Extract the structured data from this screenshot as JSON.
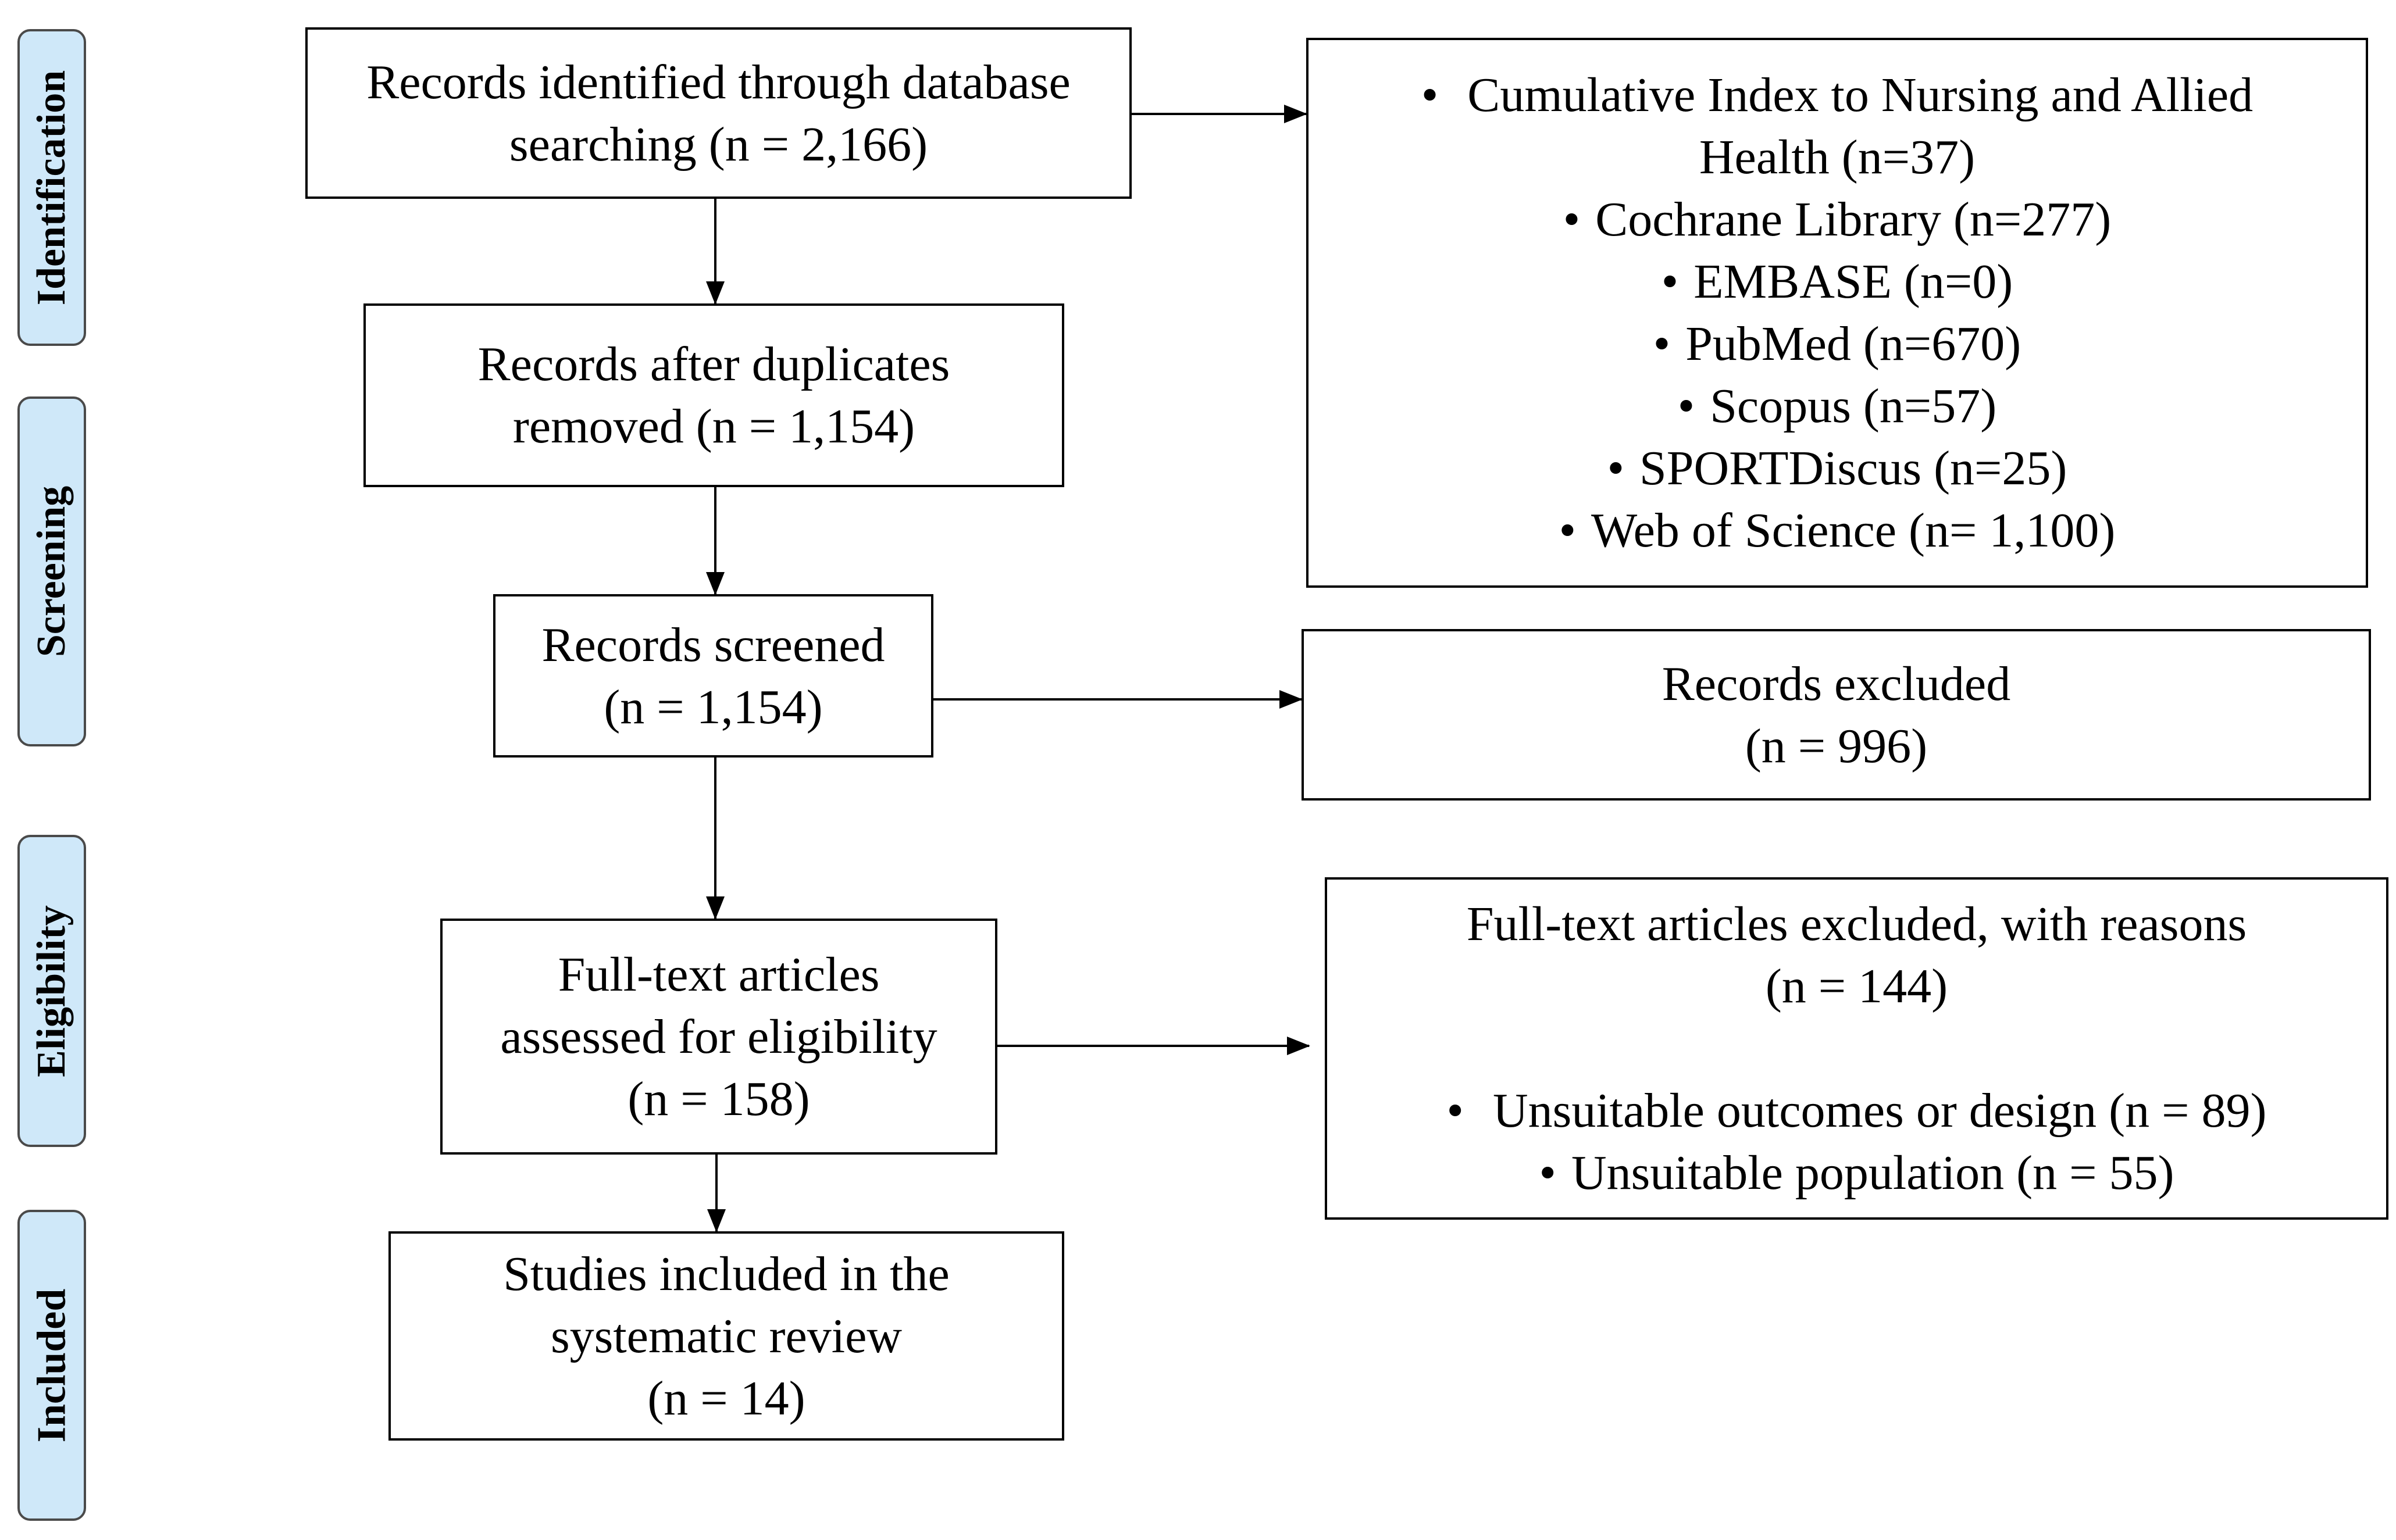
{
  "phases": {
    "identification": "Identification",
    "screening": "Screening",
    "eligibility": "Eligibility",
    "included": "Included"
  },
  "boxes": {
    "identified": {
      "lines": [
        "Records identified through database",
        "searching (n = 2,166)"
      ]
    },
    "databases": {
      "items": [
        {
          "bullet": "•",
          "lines": [
            "Cumulative Index to Nursing and Allied",
            "Health (n=37)"
          ]
        },
        {
          "bullet": "•",
          "text": "Cochrane Library (n=277)"
        },
        {
          "bullet": "•",
          "text": "EMBASE (n=0)"
        },
        {
          "bullet": "•",
          "text": "PubMed (n=670)"
        },
        {
          "bullet": "•",
          "text": "Scopus (n=57)"
        },
        {
          "bullet": "•",
          "text": "SPORTDiscus (n=25)"
        },
        {
          "bullet": "•",
          "text": "Web of Science (n= 1,100)"
        }
      ]
    },
    "after_duplicates": {
      "lines": [
        "Records after duplicates",
        "removed (n = 1,154)"
      ]
    },
    "screened": {
      "lines": [
        "Records screened",
        "(n = 1,154)"
      ]
    },
    "excluded": {
      "lines": [
        "Records excluded",
        "(n = 996)"
      ]
    },
    "fulltext_assessed": {
      "lines": [
        "Full-text articles",
        "assessed for eligibility",
        "(n = 158)"
      ]
    },
    "fulltext_excluded": {
      "lines": [
        "Full-text articles excluded, with reasons",
        "(n = 144)"
      ],
      "reasons": [
        {
          "bullet": "•",
          "text": "Unsuitable outcomes or design (n = 89)"
        },
        {
          "bullet": "•",
          "text": "Unsuitable population (n = 55)"
        }
      ]
    },
    "included": {
      "lines": [
        "Studies included in the",
        "systematic review",
        "(n = 14)"
      ]
    }
  }
}
